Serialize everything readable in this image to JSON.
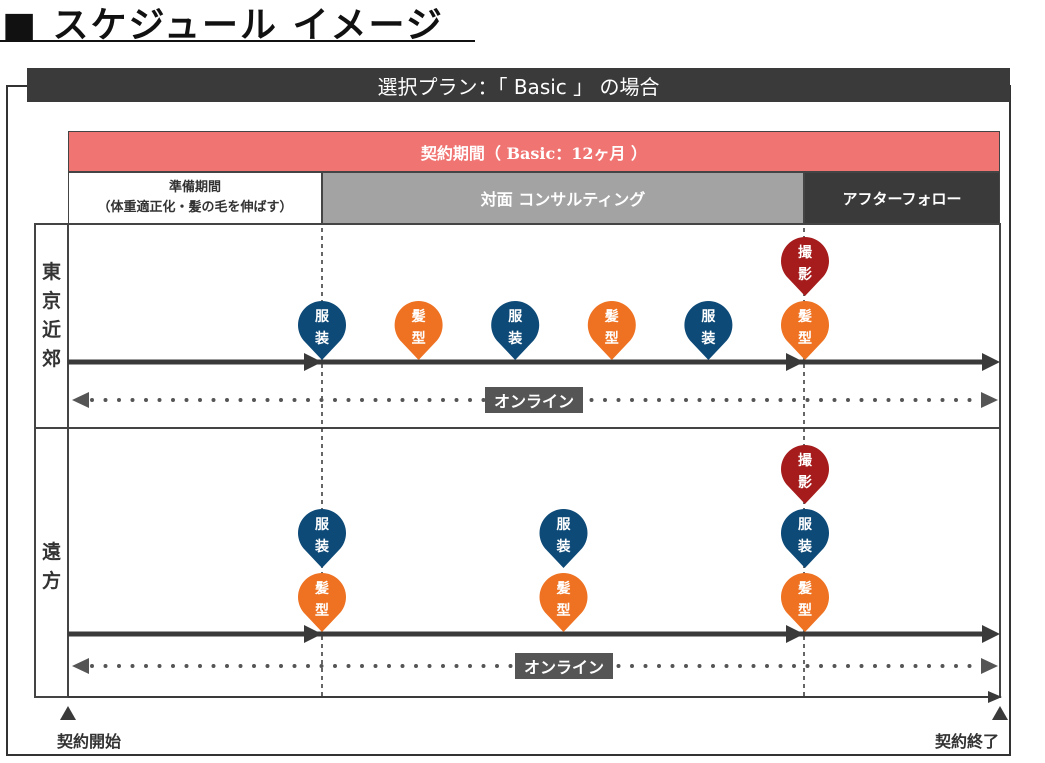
{
  "title": "■ スケジュール イメージ",
  "plan_bar": "選択プラン：「 Basic 」 の場合",
  "contract_period": "契約期間（ Basic：12ヶ月 ）",
  "phases": {
    "prep_line1": "準備期間",
    "prep_line2": "（体重適正化・髪の毛を伸ばす）",
    "consulting": "対面 コンサルティング",
    "after": "アフターフォロー"
  },
  "rows": [
    {
      "label": [
        "東",
        "京",
        "近",
        "郊"
      ],
      "online": "オンライン",
      "pins": [
        {
          "type": "fashion",
          "text": [
            "服",
            "装"
          ],
          "col": 0,
          "level": 0
        },
        {
          "type": "hair",
          "text": [
            "髪",
            "型"
          ],
          "col": 1,
          "level": 0
        },
        {
          "type": "fashion",
          "text": [
            "服",
            "装"
          ],
          "col": 2,
          "level": 0
        },
        {
          "type": "hair",
          "text": [
            "髪",
            "型"
          ],
          "col": 3,
          "level": 0
        },
        {
          "type": "fashion",
          "text": [
            "服",
            "装"
          ],
          "col": 4,
          "level": 0
        },
        {
          "type": "hair",
          "text": [
            "髪",
            "型"
          ],
          "col": 5,
          "level": 0
        },
        {
          "type": "photo",
          "text": [
            "撮",
            "影"
          ],
          "col": 5,
          "level": 1
        }
      ]
    },
    {
      "label": [
        "遠",
        "方"
      ],
      "online": "オンライン",
      "pins": [
        {
          "type": "hair",
          "text": [
            "髪",
            "型"
          ],
          "col": 0,
          "level": 0
        },
        {
          "type": "fashion",
          "text": [
            "服",
            "装"
          ],
          "col": 0,
          "level": 1
        },
        {
          "type": "hair",
          "text": [
            "髪",
            "型"
          ],
          "col": 2.5,
          "level": 0
        },
        {
          "type": "fashion",
          "text": [
            "服",
            "装"
          ],
          "col": 2.5,
          "level": 1
        },
        {
          "type": "hair",
          "text": [
            "髪",
            "型"
          ],
          "col": 5,
          "level": 0
        },
        {
          "type": "fashion",
          "text": [
            "服",
            "装"
          ],
          "col": 5,
          "level": 1
        },
        {
          "type": "photo",
          "text": [
            "撮",
            "影"
          ],
          "col": 5,
          "level": 2
        }
      ]
    }
  ],
  "start_label": "契約開始",
  "end_label": "契約終了",
  "colors": {
    "fashion": "#0d4a78",
    "hair": "#ee7222",
    "photo": "#a61c1c",
    "contract": "#f07572",
    "dark": "#3a3a3a"
  }
}
